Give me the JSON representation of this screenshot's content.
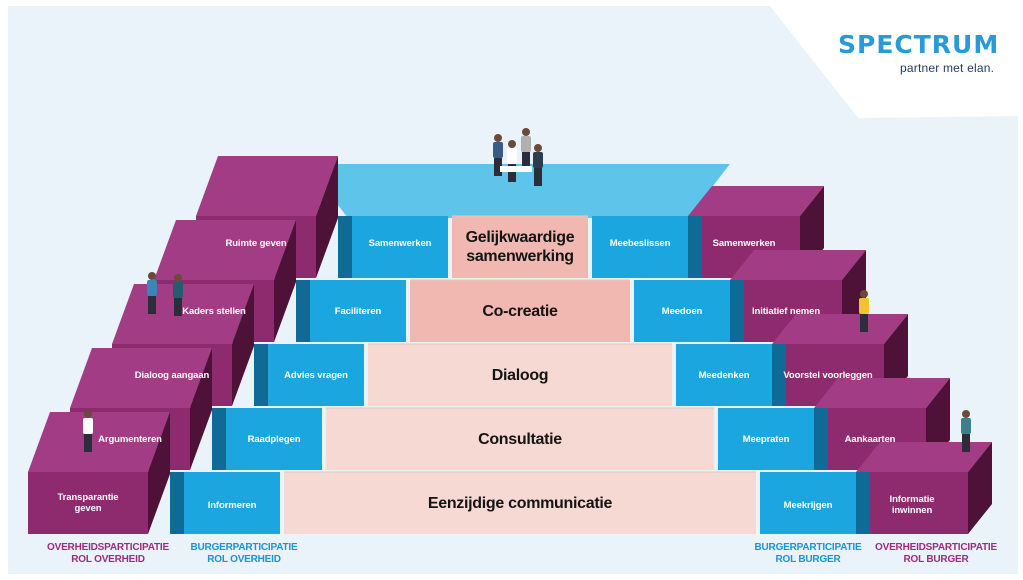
{
  "brand": {
    "name": "SPECTRUM",
    "tagline": "partner met elan."
  },
  "colors": {
    "purple_front": "#8e2a6e",
    "purple_top": "#a23c84",
    "purple_side": "#4e1238",
    "blue_front": "#1ba6e0",
    "blue_top": "#5ec4ea",
    "blue_side": "#0f6a96",
    "center_top_step": "#f0b8b0",
    "center_steps": "#f6d9d3",
    "label_purple": "#9b2d7c",
    "label_blue": "#1b93d5",
    "background": "#eaf3fa"
  },
  "center_steps": [
    "Eenzijdige communicatie",
    "Consultatie",
    "Dialoog",
    "Co-creatie",
    "Gelijkwaardige\nsamenwerking"
  ],
  "overheidsparticipatie_rol_overheid": [
    "Transparantie\ngeven",
    "Argumenteren",
    "Dialoog aangaan",
    "Kaders stellen",
    "Ruimte geven"
  ],
  "burgerparticipatie_rol_overheid": [
    "Informeren",
    "Raadplegen",
    "Advies vragen",
    "Faciliteren",
    "Samenwerken"
  ],
  "burgerparticipatie_rol_burger": [
    "Meekrijgen",
    "Meepraten",
    "Meedenken",
    "Meedoen",
    "Meebeslissen"
  ],
  "overheidsparticipatie_rol_burger": [
    "Informatie\ninwinnen",
    "Aankaarten",
    "Voorstel voorleggen",
    "Initiatief nemen",
    "Samenwerken"
  ],
  "footer_labels": {
    "left_purple": "OVERHEIDSPARTICIPATIE\nROL OVERHEID",
    "left_blue": "BURGERPARTICIPATIE\nROL OVERHEID",
    "right_blue": "BURGERPARTICIPATIE\nROL BURGER",
    "right_purple": "OVERHEIDSPARTICIPATIE\nROL BURGER"
  }
}
